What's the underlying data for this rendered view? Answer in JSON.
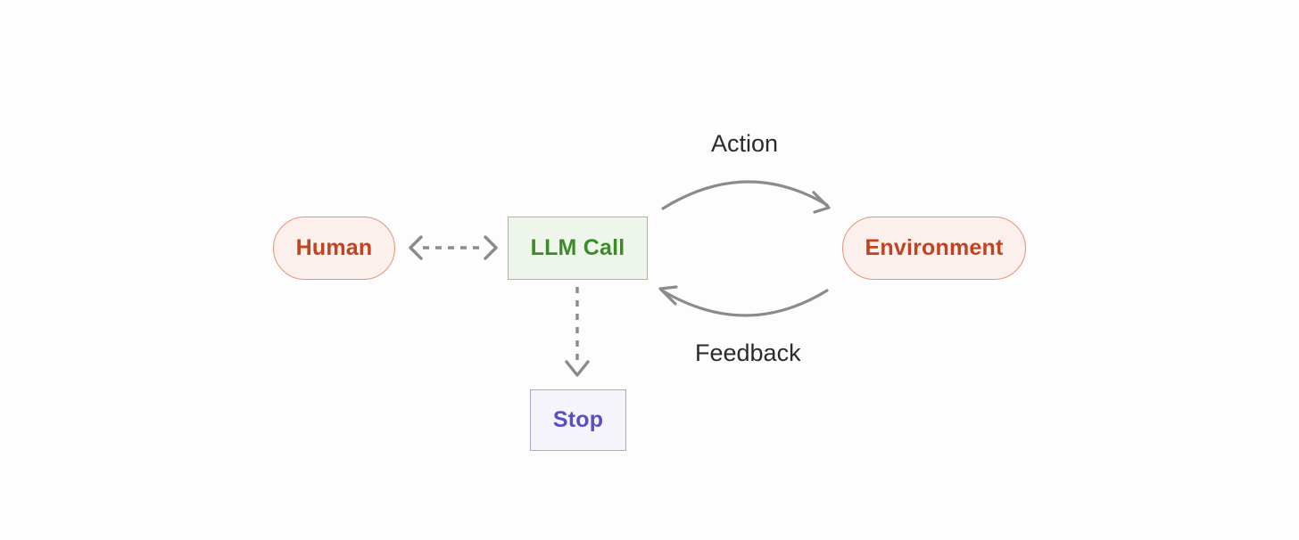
{
  "diagram": {
    "background_color": "#fdfdfd",
    "nodes": [
      {
        "id": "human",
        "label": "Human",
        "shape": "pill",
        "fill": "#fcf0ec",
        "border": "#e9907b",
        "text_color": "#c0441f"
      },
      {
        "id": "llm_call",
        "label": "LLM Call",
        "shape": "rectangle",
        "fill": "#eef6ec",
        "border": "#8ecb7d",
        "text_color": "#3b8c26"
      },
      {
        "id": "environment",
        "label": "Environment",
        "shape": "pill",
        "fill": "#fcf0ec",
        "border": "#e9907b",
        "text_color": "#c0441f"
      },
      {
        "id": "stop",
        "label": "Stop",
        "shape": "rectangle",
        "fill": "#f5f4fb",
        "border": "#a9a5e6",
        "text_color": "#5a4ec2"
      }
    ],
    "edges": [
      {
        "id": "human-llm",
        "from": "human",
        "to": "llm_call",
        "label": "",
        "style": "dashed",
        "direction": "bidirectional",
        "color": "#8b8b88"
      },
      {
        "id": "llm-environment",
        "from": "llm_call",
        "to": "environment",
        "label": "Action",
        "style": "solid-curved",
        "direction": "forward",
        "color": "#8b8b88"
      },
      {
        "id": "environment-llm",
        "from": "environment",
        "to": "llm_call",
        "label": "Feedback",
        "style": "solid-curved",
        "direction": "forward",
        "color": "#8b8b88"
      },
      {
        "id": "llm-stop",
        "from": "llm_call",
        "to": "stop",
        "label": "",
        "style": "dashed",
        "direction": "forward",
        "color": "#8b8b88"
      }
    ],
    "edge_label_color": "#2b2b2b"
  }
}
